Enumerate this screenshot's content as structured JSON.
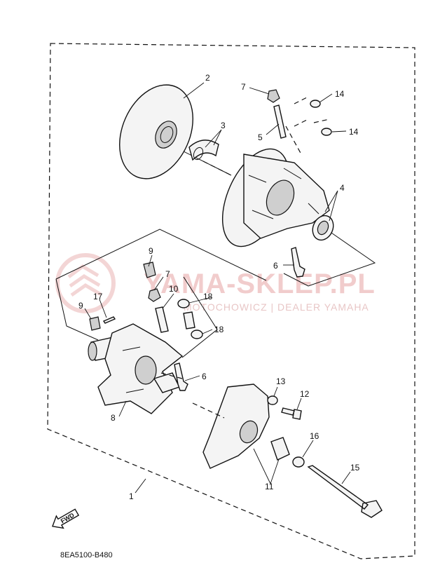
{
  "watermark": {
    "brand": "YAMA-SKLEP.PL",
    "tagline": "MOTOCHOWICZ | DEALER YAMAHA"
  },
  "diagram_code": "8EA5100-B480",
  "fwd_label": "FWD",
  "colors": {
    "line": "#111111",
    "watermark": "#e6a3a3",
    "background": "#ffffff"
  },
  "parts": [
    {
      "number": "1"
    },
    {
      "number": "2"
    },
    {
      "number": "3"
    },
    {
      "number": "4"
    },
    {
      "number": "5"
    },
    {
      "number": "6"
    },
    {
      "number": "6"
    },
    {
      "number": "7"
    },
    {
      "number": "7"
    },
    {
      "number": "8"
    },
    {
      "number": "9"
    },
    {
      "number": "9"
    },
    {
      "number": "10"
    },
    {
      "number": "11"
    },
    {
      "number": "12"
    },
    {
      "number": "13"
    },
    {
      "number": "14"
    },
    {
      "number": "14"
    },
    {
      "number": "15"
    },
    {
      "number": "16"
    },
    {
      "number": "17"
    },
    {
      "number": "18"
    },
    {
      "number": "18"
    }
  ]
}
